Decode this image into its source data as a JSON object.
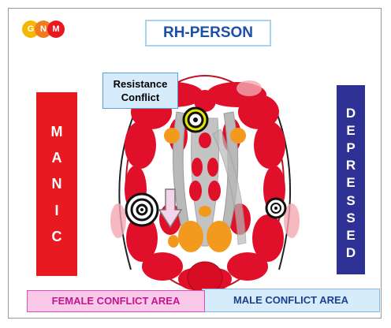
{
  "logo": {
    "letters": [
      "G",
      "N",
      "M"
    ],
    "colors": [
      "#f5b800",
      "#f07a21",
      "#e8191f"
    ]
  },
  "title": "RH-PERSON",
  "left_bar": {
    "letters": [
      "M",
      "A",
      "N",
      "I",
      "C"
    ],
    "color": "#e8191f"
  },
  "right_bar": {
    "letters": [
      "D",
      "E",
      "P",
      "R",
      "E",
      "S",
      "S",
      "E",
      "D"
    ],
    "color": "#2e3093"
  },
  "callout": {
    "line1": "Resistance",
    "line2": "Conflict"
  },
  "bottom": {
    "left": "FEMALE CONFLICT AREA",
    "right": "MALE CONFLICT AREA"
  },
  "colors": {
    "relay_red": "#e0102a",
    "relay_orange": "#f39a1e",
    "ventricle_gray": "#b9b9b9",
    "target_yellow": "#e6e600",
    "arrow_fill": "#f3d4ea"
  },
  "icons": [
    "target-ring-icon",
    "down-arrow-icon"
  ]
}
